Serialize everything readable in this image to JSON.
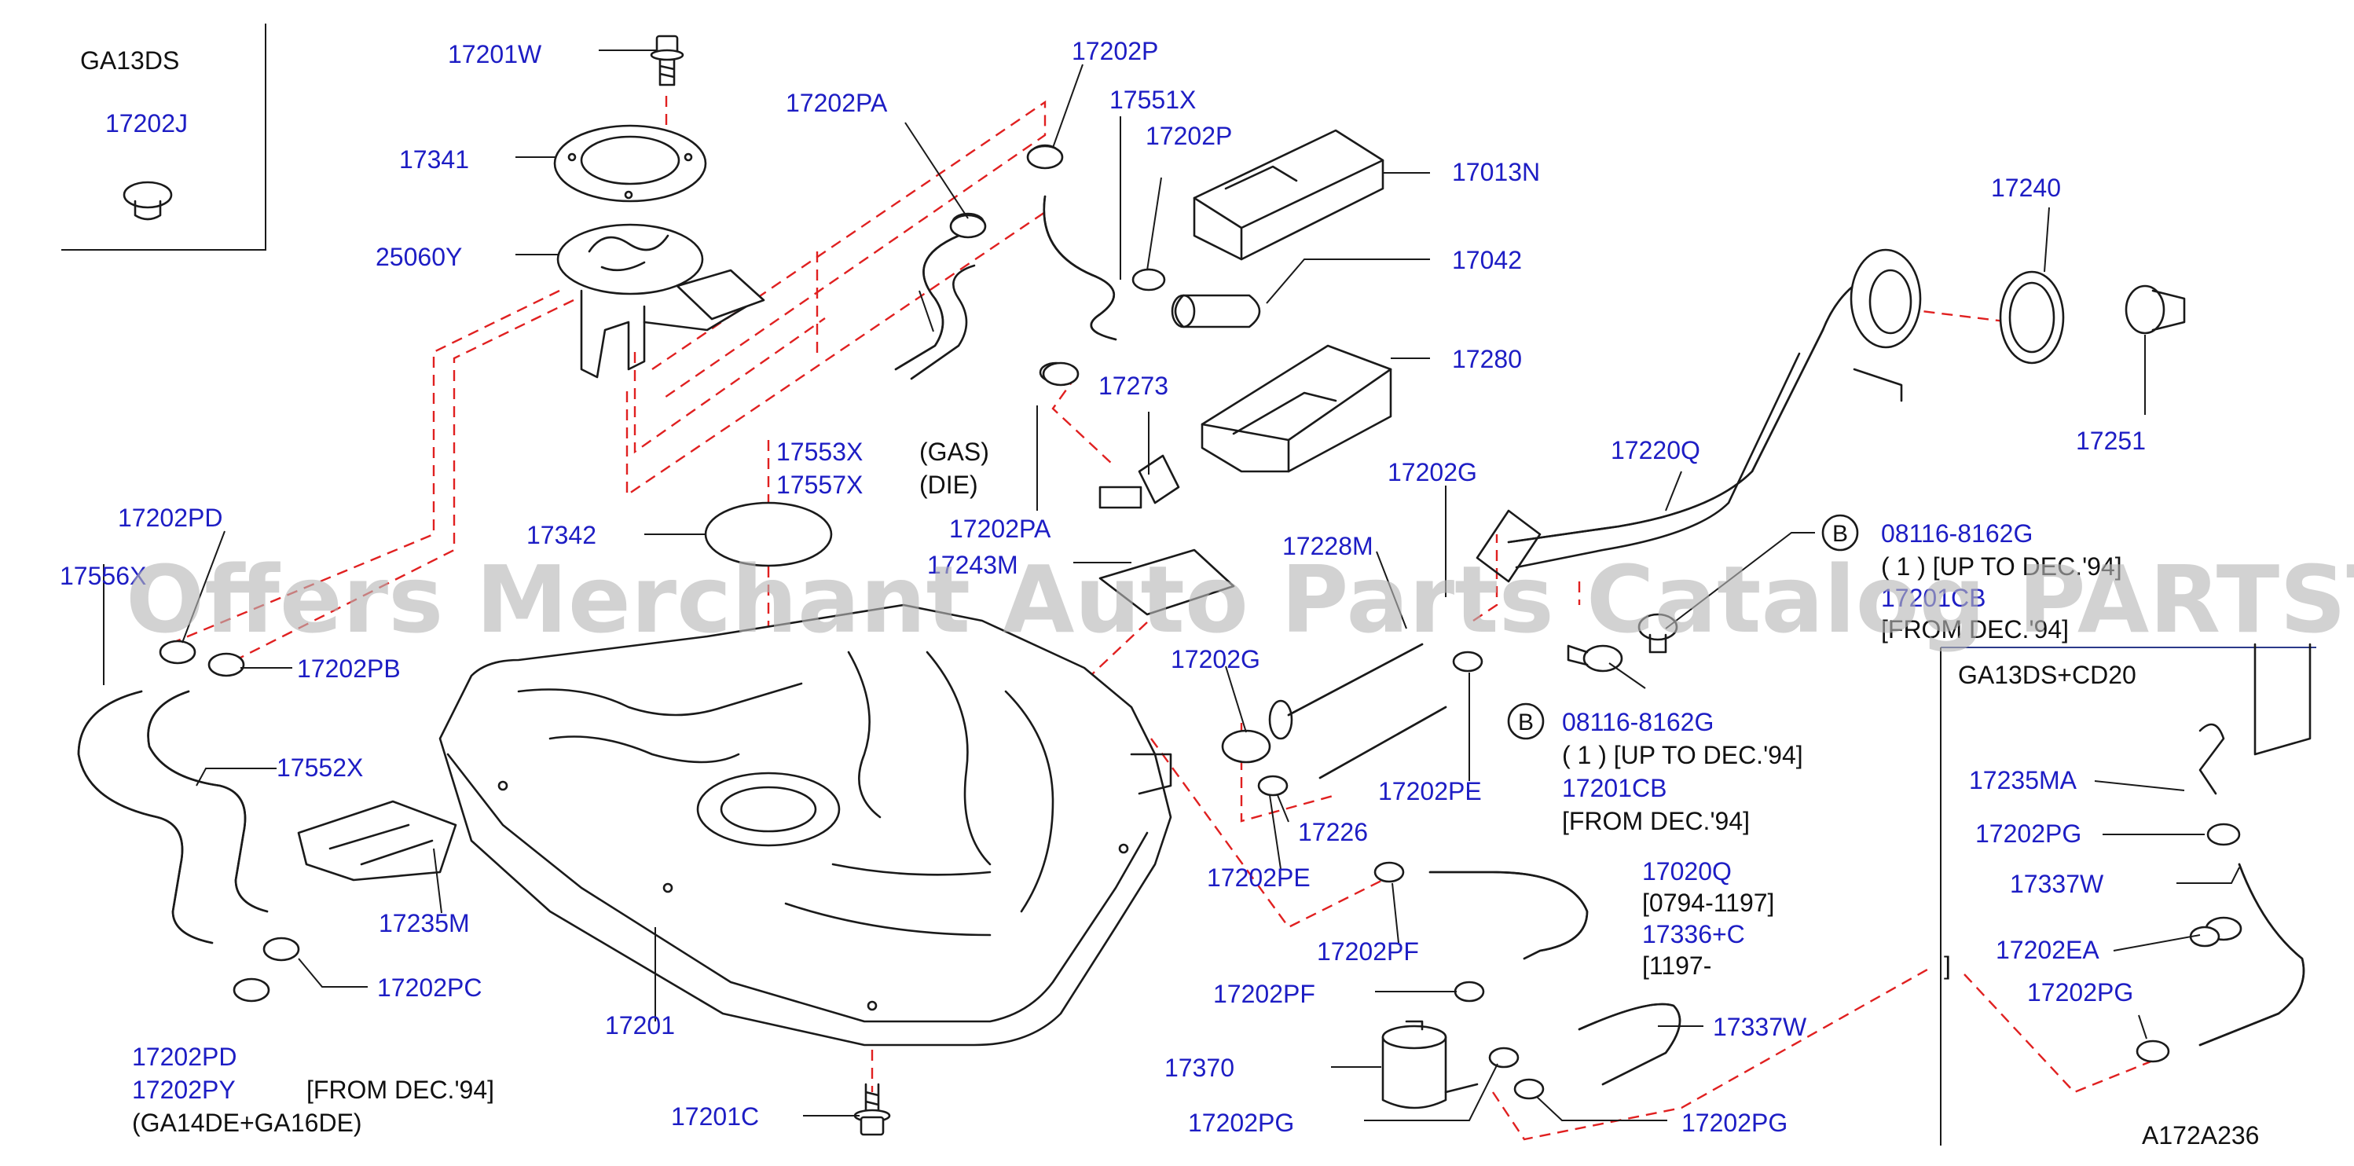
{
  "watermark": "Offers Merchant Auto Parts Catalog PARTSTORE.SA",
  "diagram_code": "A172A236",
  "inset_left": {
    "title": "GA13DS",
    "part": "17202J"
  },
  "inset_right": {
    "title": "GA13DS+CD20",
    "parts": [
      "17235MA",
      "17202PG",
      "17337W",
      "17202EA",
      "17202PG"
    ],
    "bracket": "]"
  },
  "parts": {
    "p17201W": "17201W",
    "p17341": "17341",
    "p25060Y": "25060Y",
    "p17202PA_top": "17202PA",
    "p17202P_top": "17202P",
    "p17551X": "17551X",
    "p17202P_mid": "17202P",
    "p17013N": "17013N",
    "p17042": "17042",
    "p17280": "17280",
    "p17273": "17273",
    "p17240": "17240",
    "p17251": "17251",
    "p17220Q": "17220Q",
    "p17553X": "17553X",
    "p17557X": "17557X",
    "p17342": "17342",
    "p17202PA_low": "17202PA",
    "p17243M": "17243M",
    "p17202G_top": "17202G",
    "p17228M": "17228M",
    "p17202PD_top": "17202PD",
    "p17556X": "17556X",
    "p17202PB": "17202PB",
    "p17552X": "17552X",
    "p17202G_mid": "17202G",
    "p17235M": "17235M",
    "p17202PE_right": "17202PE",
    "p17226": "17226",
    "p17202PE_low": "17202PE",
    "p17202PC": "17202PC",
    "p17201": "17201",
    "p17020Q": "17020Q",
    "p17336C": "17336+C",
    "p17202PF_a": "17202PF",
    "p17202PF_b": "17202PF",
    "p17370": "17370",
    "p17337W": "17337W",
    "p17202PG_a": "17202PG",
    "p17202PG_b": "17202PG",
    "p17201C": "17201C",
    "p17202PD_low": "17202PD",
    "p17202PY": "17202PY"
  },
  "notes": {
    "gas": "(GAS)",
    "die": "(DIE)",
    "bolt_b1_pn": "08116-8162G",
    "bolt_b1_qty": "( 1 ) [UP  TO  DEC.'94]",
    "bolt_b1_alt": "17201CB",
    "bolt_b1_from": "[FROM  DEC.'94]",
    "bolt_b2_pn": "08116-8162G",
    "bolt_b2_qty": "( 1 ) [UP  TO  DEC.'94]",
    "bolt_b2_alt": "17201CB",
    "bolt_b2_from": "[FROM  DEC.'94]",
    "range_17020Q": "[0794-1197]",
    "range_17336C": "[1197-",
    "from_17202PY": "[FROM  DEC.'94]",
    "engine_variants": "(GA14DE+GA16DE)",
    "badge": "B"
  }
}
